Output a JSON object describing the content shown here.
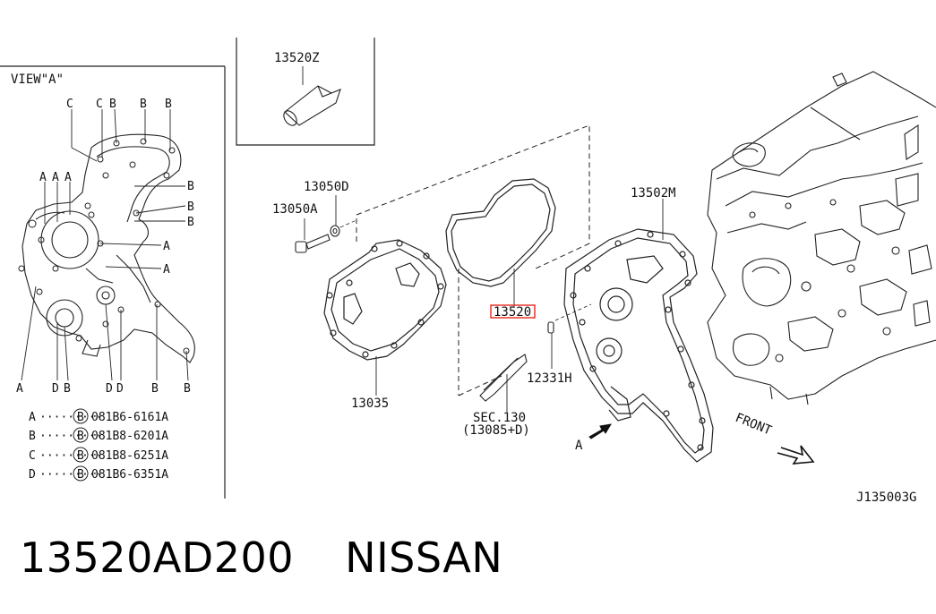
{
  "inset_view": {
    "title": "VIEW\"A\"",
    "callouts_top": [
      "C",
      "C",
      "B",
      "B",
      "B"
    ],
    "callouts_left": [
      "A",
      "A",
      "A"
    ],
    "callouts_right": [
      "B",
      "B",
      "B",
      "A",
      "A"
    ],
    "callouts_bottom": [
      "A",
      "D",
      "B",
      "D",
      "D",
      "B",
      "B"
    ],
    "legend": [
      {
        "key": "A",
        "dots": "·········",
        "mark": "B",
        "code": "081B6-6161A"
      },
      {
        "key": "B",
        "dots": "·········",
        "mark": "B",
        "code": "081B8-6201A"
      },
      {
        "key": "C",
        "dots": "·········",
        "mark": "B",
        "code": "081B8-6251A"
      },
      {
        "key": "D",
        "dots": "·········",
        "mark": "B",
        "code": "081B6-6351A"
      }
    ]
  },
  "sealant_box": {
    "label": "13520Z"
  },
  "part_labels": {
    "bolt_d": "13050D",
    "bolt_a": "13050A",
    "cover_front": "13035",
    "gasket": "13520",
    "sec": "SEC.130",
    "sec_sub": "(13085+D)",
    "pin": "12331H",
    "cover_rear": "13502M",
    "view_arrow": "A",
    "front": "FRONT",
    "diagram_code": "J135003G"
  },
  "caption": {
    "part_number": "13520AD200",
    "brand": "NISSAN"
  },
  "highlight_color": "#e8261c"
}
